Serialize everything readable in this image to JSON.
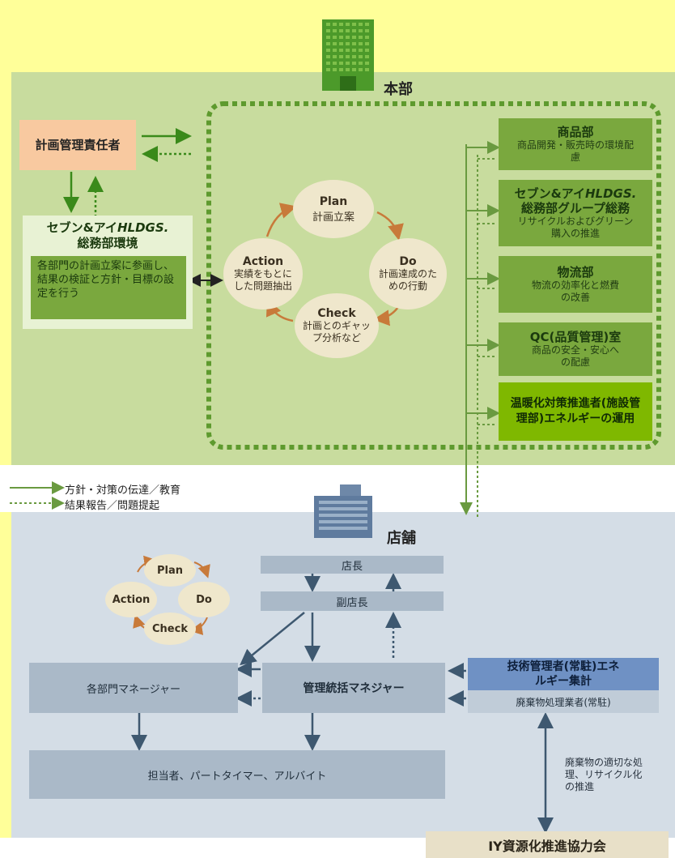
{
  "hq": {
    "label": "本部",
    "planner": "計画管理責任者",
    "env_title_line1": "セブン&アイ",
    "env_title_italic": "HLDGS.",
    "env_title_line2": "総務部環境",
    "env_body": "各部門の計画立案に参画し、結果の検証と方針・目標の設定を行う",
    "pdca": {
      "plan_title": "Plan",
      "plan_sub": "計画立案",
      "do_title": "Do",
      "do_sub": "計画達成のための行動",
      "check_title": "Check",
      "check_sub": "計画とのギャップ分析など",
      "action_title": "Action",
      "action_sub": "実績をもとにした問題抽出"
    },
    "departments": [
      {
        "title": "商品部",
        "sub": "商品開発・販売時の環境配慮"
      },
      {
        "title_a": "セブン&アイ",
        "title_i": "HLDGS.",
        "title_b": "総務部グループ総務",
        "sub": "リサイクルおよびグリーン購入の推進"
      },
      {
        "title": "物流部",
        "sub": "物流の効率化と燃費の改善"
      },
      {
        "title": "QC(品質管理)室",
        "sub": "商品の安全・安心への配慮"
      },
      {
        "title": "温暖化対策推進者(施設管理部)エネルギーの運用"
      }
    ]
  },
  "legend": {
    "solid": "方針・対策の伝達／教育",
    "dotted": "結果報告／問題提起"
  },
  "store": {
    "label": "店舗",
    "manager": "店長",
    "deputy": "副店長",
    "pdca_small": {
      "plan": "Plan",
      "do": "Do",
      "check": "Check",
      "action": "Action"
    },
    "dept_managers": "各部門マネージャー",
    "general_manager": "管理統括マネジャー",
    "tech_manager": "技術管理者(常駐)エネルギー集計",
    "waste_contractor": "廃棄物処理業者(常駐)",
    "staff": "担当者、パートタイマー、アルバイト",
    "waste_note": "廃棄物の適切な処理、リサイクル化の推進"
  },
  "council": "IY資源化推進協力会",
  "colors": {
    "hq_bg": "#c8dc9e",
    "store_bg": "#d4dde6",
    "dark_green": "#7aa83e",
    "bright_green": "#7fb800",
    "planner_bg": "#f8c9a0",
    "arrow_green": "#3a8a1a",
    "arrow_blue": "#3e5870",
    "council_bg": "#e8e0c8"
  }
}
